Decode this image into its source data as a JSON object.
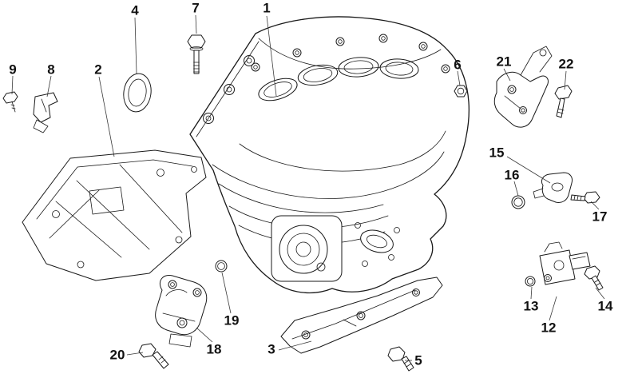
{
  "diagram": {
    "background_color": "#ffffff",
    "line_color": "#1a1a1a",
    "callouts": [
      {
        "label": "4"
      },
      {
        "label": "7"
      },
      {
        "label": "1"
      },
      {
        "label": "9"
      },
      {
        "label": "8"
      },
      {
        "label": "2"
      },
      {
        "label": "6"
      },
      {
        "label": "21"
      },
      {
        "label": "22"
      },
      {
        "label": "15"
      },
      {
        "label": "16"
      },
      {
        "label": "17"
      },
      {
        "label": "13"
      },
      {
        "label": "12"
      },
      {
        "label": "14"
      },
      {
        "label": "19"
      },
      {
        "label": "18"
      },
      {
        "label": "20"
      },
      {
        "label": "3"
      },
      {
        "label": "5"
      }
    ]
  }
}
